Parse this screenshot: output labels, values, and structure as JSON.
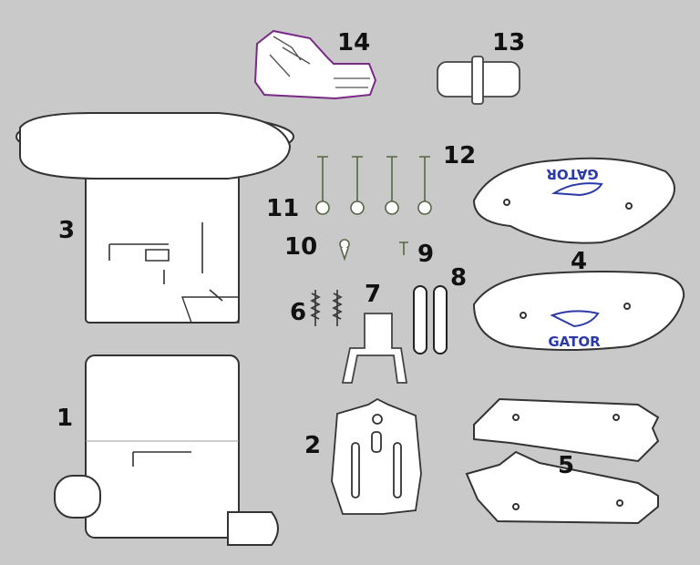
{
  "parts": [
    {
      "id": "1",
      "label": "1"
    },
    {
      "id": "2",
      "label": "2"
    },
    {
      "id": "3",
      "label": "3"
    },
    {
      "id": "4",
      "label": "4"
    },
    {
      "id": "5",
      "label": "5"
    },
    {
      "id": "6",
      "label": "6"
    },
    {
      "id": "7",
      "label": "7"
    },
    {
      "id": "8",
      "label": "8"
    },
    {
      "id": "9",
      "label": "9"
    },
    {
      "id": "10",
      "label": "10"
    },
    {
      "id": "11",
      "label": "11"
    },
    {
      "id": "12",
      "label": "12"
    },
    {
      "id": "13",
      "label": "13"
    },
    {
      "id": "14",
      "label": "14"
    }
  ],
  "logo_text": "GATOR"
}
